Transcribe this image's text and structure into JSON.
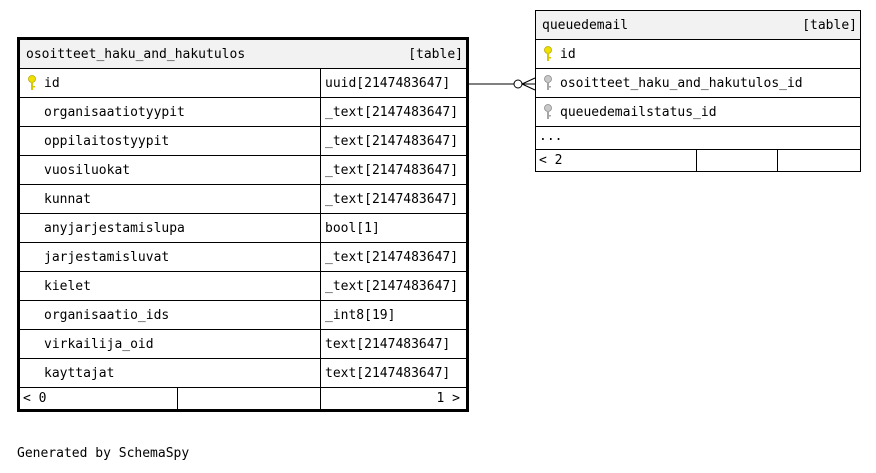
{
  "tables": {
    "main": {
      "name": "osoitteet_haku_and_hakutulos",
      "kind": "[table]",
      "columns": [
        {
          "name": "id",
          "type": "uuid[2147483647]",
          "key": "primary"
        },
        {
          "name": "organisaatiotyypit",
          "type": "_text[2147483647]",
          "key": ""
        },
        {
          "name": "oppilaitostyypit",
          "type": "_text[2147483647]",
          "key": ""
        },
        {
          "name": "vuosiluokat",
          "type": "_text[2147483647]",
          "key": ""
        },
        {
          "name": "kunnat",
          "type": "_text[2147483647]",
          "key": ""
        },
        {
          "name": "anyjarjestamislupa",
          "type": "bool[1]",
          "key": ""
        },
        {
          "name": "jarjestamisluvat",
          "type": "_text[2147483647]",
          "key": ""
        },
        {
          "name": "kielet",
          "type": "_text[2147483647]",
          "key": ""
        },
        {
          "name": "organisaatio_ids",
          "type": "_int8[19]",
          "key": ""
        },
        {
          "name": "virkailija_oid",
          "type": "text[2147483647]",
          "key": ""
        },
        {
          "name": "kayttajat",
          "type": "text[2147483647]",
          "key": ""
        }
      ],
      "footer_left": "< 0",
      "footer_right": "1 >"
    },
    "queue": {
      "name": "queuedemail",
      "kind": "[table]",
      "columns": [
        {
          "name": "id",
          "key": "primary"
        },
        {
          "name": "osoitteet_haku_and_hakutulos_id",
          "key": "foreign"
        },
        {
          "name": "queuedemailstatus_id",
          "key": "foreign"
        }
      ],
      "more": "...",
      "footer_left": "< 2"
    }
  },
  "colors": {
    "primary_key": "#f0e000",
    "foreign_key": "#a6a6a6",
    "header_bg": "#f2f2f2"
  },
  "icons": {
    "primary": "key-icon",
    "foreign": "key-icon"
  },
  "credit": "Generated by SchemaSpy"
}
